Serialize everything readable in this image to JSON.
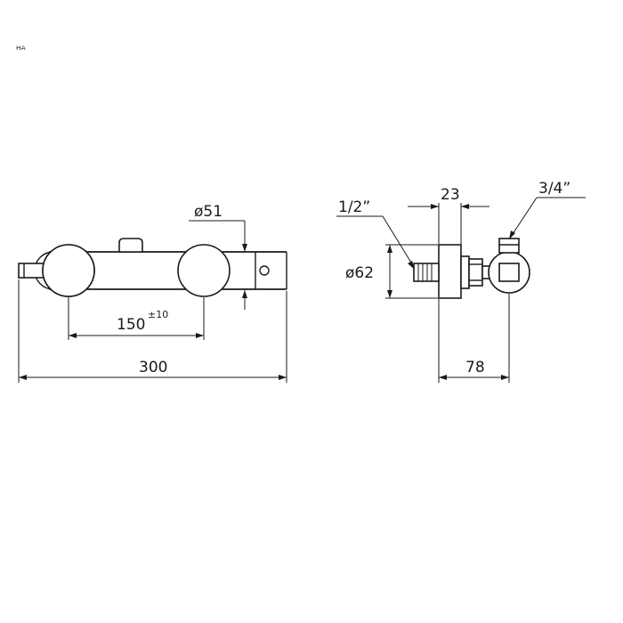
{
  "corner_mark": "ᴴᴬ",
  "front_view": {
    "dim_diameter": "ø51",
    "dim_spacing": "150",
    "dim_spacing_tolerance": "±10",
    "dim_total_length": "300"
  },
  "side_view": {
    "dim_width": "23",
    "dim_inlet_thread": "1/2”",
    "dim_outlet_thread": "3/4”",
    "dim_flange_diameter": "ø62",
    "dim_depth": "78"
  }
}
